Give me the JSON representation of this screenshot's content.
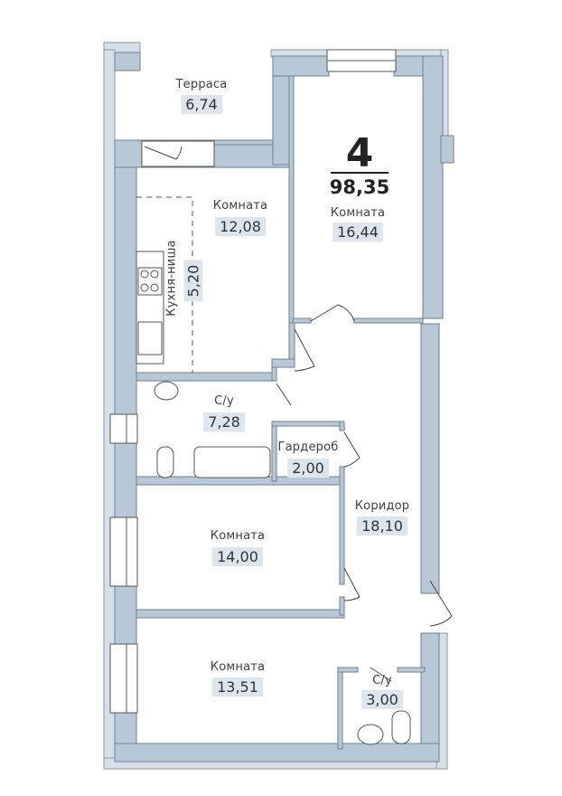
{
  "plan": {
    "rooms_count": "4",
    "total_area": "98,35",
    "colors": {
      "wall": "#b7c9d7",
      "wall_stroke": "#6f7f8c",
      "outer_border": "#d6e0e8",
      "area_badge": "#dde6ee",
      "text": "#3a3f44"
    }
  },
  "rooms": [
    {
      "name": "Терраса",
      "area": "6,74"
    },
    {
      "name": "Комната",
      "area": "16,44"
    },
    {
      "name": "Комната",
      "area": "12,08"
    },
    {
      "name": "Кухня-ниша",
      "area": "5,20"
    },
    {
      "name": "С/у",
      "area": "7,28"
    },
    {
      "name": "Гардероб",
      "area": "2,00"
    },
    {
      "name": "Коридор",
      "area": "18,10"
    },
    {
      "name": "Комната",
      "area": "14,00"
    },
    {
      "name": "Комната",
      "area": "13,51"
    },
    {
      "name": "С/у",
      "area": "3,00"
    }
  ]
}
